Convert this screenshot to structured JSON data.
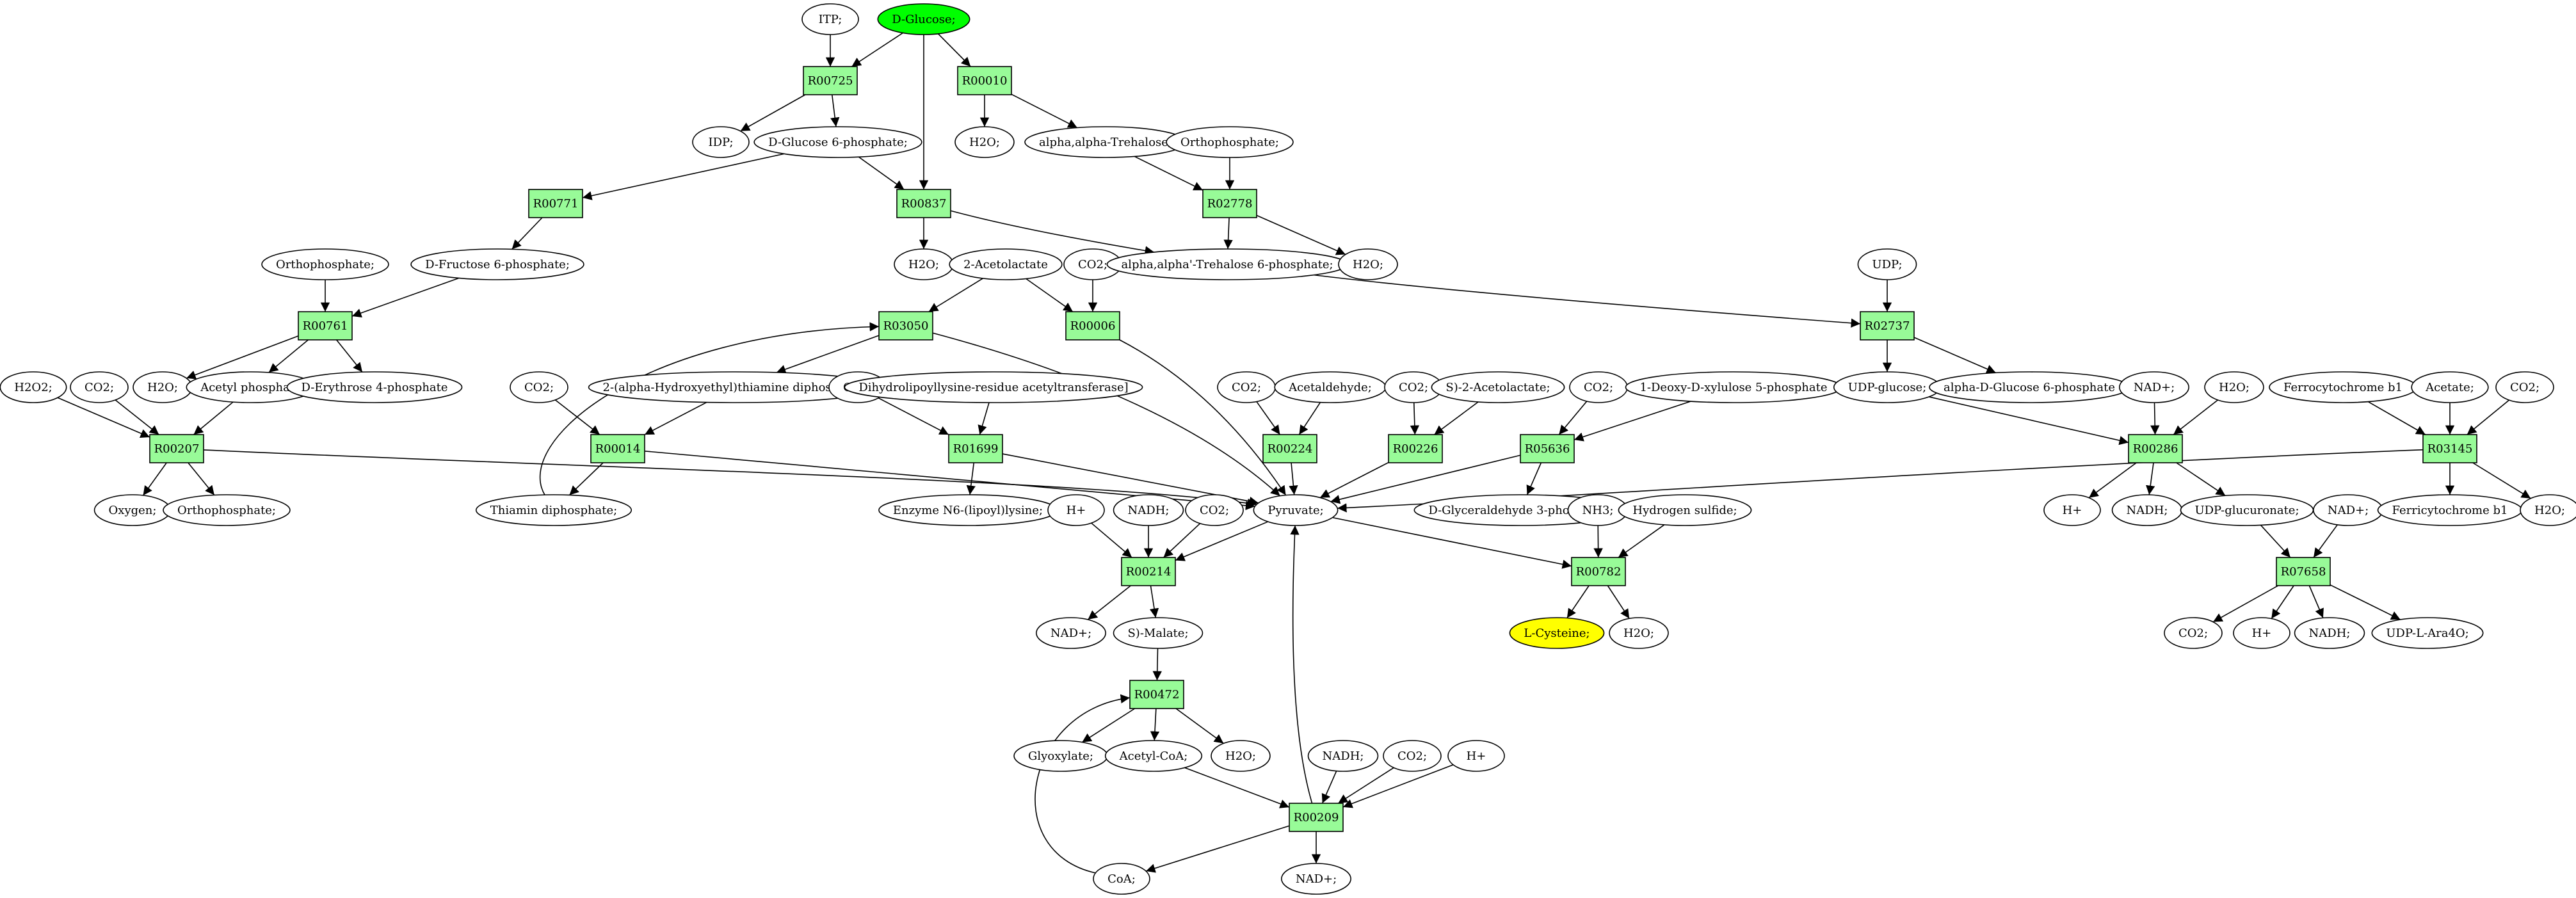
{
  "colors": {
    "reaction": "#98FB98",
    "compound": "#FFFFFF",
    "source": "#00FF00",
    "target": "#FFFF00",
    "line": "#000000"
  },
  "nodes": {
    "itp": {
      "label": "ITP;",
      "kind": "compound"
    },
    "dglucose": {
      "label": "D-Glucose;",
      "kind": "source"
    },
    "r00725": {
      "label": "R00725",
      "kind": "reaction"
    },
    "r00010": {
      "label": "R00010",
      "kind": "reaction"
    },
    "idp": {
      "label": "IDP;",
      "kind": "compound"
    },
    "dg6p": {
      "label": "D-Glucose 6-phosphate;",
      "kind": "compound"
    },
    "h2o_a": {
      "label": "H2O;",
      "kind": "compound"
    },
    "trehalose": {
      "label": "alpha,alpha-Trehalose;",
      "kind": "compound"
    },
    "orthop_a": {
      "label": "Orthophosphate;",
      "kind": "compound"
    },
    "r00771": {
      "label": "R00771",
      "kind": "reaction"
    },
    "r00837": {
      "label": "R00837",
      "kind": "reaction"
    },
    "r02778": {
      "label": "R02778",
      "kind": "reaction"
    },
    "orthop_b": {
      "label": "Orthophosphate;",
      "kind": "compound"
    },
    "df6p": {
      "label": "D-Fructose 6-phosphate;",
      "kind": "compound"
    },
    "h2o_b": {
      "label": "H2O;",
      "kind": "compound"
    },
    "acetolactate": {
      "label": "2-Acetolactate",
      "kind": "compound"
    },
    "co2_a": {
      "label": "CO2;",
      "kind": "compound"
    },
    "treh6p": {
      "label": "alpha,alpha'-Trehalose 6-phosphate;",
      "kind": "compound"
    },
    "h2o_c": {
      "label": "H2O;",
      "kind": "compound"
    },
    "udp": {
      "label": "UDP;",
      "kind": "compound"
    },
    "r00761": {
      "label": "R00761",
      "kind": "reaction"
    },
    "r03050": {
      "label": "R03050",
      "kind": "reaction"
    },
    "r00006": {
      "label": "R00006",
      "kind": "reaction"
    },
    "r02737": {
      "label": "R02737",
      "kind": "reaction"
    },
    "h2o2": {
      "label": "H2O2;",
      "kind": "compound"
    },
    "co2_b": {
      "label": "CO2;",
      "kind": "compound"
    },
    "h2o_d": {
      "label": "H2O;",
      "kind": "compound"
    },
    "acetylp": {
      "label": "Acetyl phosphate",
      "kind": "compound"
    },
    "de4p": {
      "label": "D-Erythrose 4-phosphate",
      "kind": "compound"
    },
    "co2_c": {
      "label": "CO2;",
      "kind": "compound"
    },
    "hethdp": {
      "label": "2-(alpha-Hydroxyethyl)thiamine diphosphate;",
      "kind": "compound"
    },
    "co2_d": {
      "label": "CO2;",
      "kind": "compound"
    },
    "dihydro": {
      "label": "Dihydrolipoyllysine-residue acetyltransferase]",
      "kind": "compound"
    },
    "co2_e": {
      "label": "CO2;",
      "kind": "compound"
    },
    "acetaldehyde": {
      "label": "Acetaldehyde;",
      "kind": "compound"
    },
    "co2_f": {
      "label": "CO2;",
      "kind": "compound"
    },
    "s2acetolactate": {
      "label": "S)-2-Acetolactate;",
      "kind": "compound"
    },
    "co2_g": {
      "label": "CO2;",
      "kind": "compound"
    },
    "dx5p": {
      "label": "1-Deoxy-D-xylulose 5-phosphate",
      "kind": "compound"
    },
    "udpglucose": {
      "label": "UDP-glucose;",
      "kind": "compound"
    },
    "adg6p": {
      "label": "alpha-D-Glucose 6-phosphate",
      "kind": "compound"
    },
    "nadp_a": {
      "label": "NAD+;",
      "kind": "compound"
    },
    "h2o_e": {
      "label": "H2O;",
      "kind": "compound"
    },
    "ferrob1_a": {
      "label": "Ferrocytochrome b1",
      "kind": "compound"
    },
    "acetate": {
      "label": "Acetate;",
      "kind": "compound"
    },
    "co2_h": {
      "label": "CO2;",
      "kind": "compound"
    },
    "r00207": {
      "label": "R00207",
      "kind": "reaction"
    },
    "r00014": {
      "label": "R00014",
      "kind": "reaction"
    },
    "r01699": {
      "label": "R01699",
      "kind": "reaction"
    },
    "r00224": {
      "label": "R00224",
      "kind": "reaction"
    },
    "r00226": {
      "label": "R00226",
      "kind": "reaction"
    },
    "r05636": {
      "label": "R05636",
      "kind": "reaction"
    },
    "r00286": {
      "label": "R00286",
      "kind": "reaction"
    },
    "r03145": {
      "label": "R03145",
      "kind": "reaction"
    },
    "oxygen": {
      "label": "Oxygen;",
      "kind": "compound"
    },
    "orthop_c": {
      "label": "Orthophosphate;",
      "kind": "compound"
    },
    "thdp": {
      "label": "Thiamin diphosphate;",
      "kind": "compound"
    },
    "enzyme": {
      "label": "Enzyme N6-(lipoyl)lysine;",
      "kind": "compound"
    },
    "pyruvate": {
      "label": "Pyruvate;",
      "kind": "compound"
    },
    "dga3p": {
      "label": "D-Glyceraldehyde 3-phosphate;",
      "kind": "compound"
    },
    "nh3": {
      "label": "NH3;",
      "kind": "compound"
    },
    "h2s": {
      "label": "Hydrogen sulfide;",
      "kind": "compound"
    },
    "hp_a": {
      "label": "H+",
      "kind": "compound"
    },
    "nadh_a": {
      "label": "NADH;",
      "kind": "compound"
    },
    "udpglucuronate": {
      "label": "UDP-glucuronate;",
      "kind": "compound"
    },
    "nadp_b": {
      "label": "NAD+;",
      "kind": "compound"
    },
    "ferrib1": {
      "label": "Ferricytochrome b1",
      "kind": "compound"
    },
    "h2o_f": {
      "label": "H2O;",
      "kind": "compound"
    },
    "hp_b": {
      "label": "H+",
      "kind": "compound"
    },
    "nadh_b": {
      "label": "NADH;",
      "kind": "compound"
    },
    "co2_i": {
      "label": "CO2;",
      "kind": "compound"
    },
    "r00214": {
      "label": "R00214",
      "kind": "reaction"
    },
    "r00782": {
      "label": "R00782",
      "kind": "reaction"
    },
    "r07658": {
      "label": "R07658",
      "kind": "reaction"
    },
    "nadp_c": {
      "label": "NAD+;",
      "kind": "compound"
    },
    "smalate": {
      "label": "S)-Malate;",
      "kind": "compound"
    },
    "lcysteine": {
      "label": "L-Cysteine;",
      "kind": "target"
    },
    "h2o_g": {
      "label": "H2O;",
      "kind": "compound"
    },
    "co2_j": {
      "label": "CO2;",
      "kind": "compound"
    },
    "hp_c": {
      "label": "H+",
      "kind": "compound"
    },
    "nadh_c": {
      "label": "NADH;",
      "kind": "compound"
    },
    "udpara": {
      "label": "UDP-L-Ara4O;",
      "kind": "compound"
    },
    "r00472": {
      "label": "R00472",
      "kind": "reaction"
    },
    "glyoxylate": {
      "label": "Glyoxylate;",
      "kind": "compound"
    },
    "acetylcoa": {
      "label": "Acetyl-CoA;",
      "kind": "compound"
    },
    "h2o_h": {
      "label": "H2O;",
      "kind": "compound"
    },
    "nadh_d": {
      "label": "NADH;",
      "kind": "compound"
    },
    "co2_k": {
      "label": "CO2;",
      "kind": "compound"
    },
    "hp_d": {
      "label": "H+",
      "kind": "compound"
    },
    "r00209": {
      "label": "R00209",
      "kind": "reaction"
    },
    "coa": {
      "label": "CoA;",
      "kind": "compound"
    },
    "nadp_d": {
      "label": "NAD+;",
      "kind": "compound"
    }
  },
  "edges": [
    [
      "itp",
      "r00725"
    ],
    [
      "dglucose",
      "r00725"
    ],
    [
      "dglucose",
      "r00010"
    ],
    [
      "dglucose",
      "r00837"
    ],
    [
      "r00725",
      "idp"
    ],
    [
      "r00725",
      "dg6p"
    ],
    [
      "r00010",
      "h2o_a"
    ],
    [
      "r00010",
      "trehalose"
    ],
    [
      "dg6p",
      "r00771"
    ],
    [
      "dg6p",
      "r00837"
    ],
    [
      "trehalose",
      "r02778"
    ],
    [
      "orthop_a",
      "r02778"
    ],
    [
      "r00771",
      "df6p"
    ],
    [
      "r00837",
      "h2o_b"
    ],
    [
      "r00837",
      "treh6p"
    ],
    [
      "r02778",
      "treh6p"
    ],
    [
      "r02778",
      "h2o_c"
    ],
    [
      "orthop_b",
      "r00761"
    ],
    [
      "df6p",
      "r00761"
    ],
    [
      "acetolactate",
      "r03050"
    ],
    [
      "acetolactate",
      "r00006"
    ],
    [
      "co2_a",
      "r00006"
    ],
    [
      "treh6p",
      "r02737"
    ],
    [
      "udp",
      "r02737"
    ],
    [
      "r00761",
      "h2o_d"
    ],
    [
      "r00761",
      "acetylp"
    ],
    [
      "r00761",
      "de4p"
    ],
    [
      "r03050",
      "hethdp"
    ],
    [
      "r03050",
      "pyruvate"
    ],
    [
      "r00006",
      "pyruvate"
    ],
    [
      "r02737",
      "udpglucose"
    ],
    [
      "r02737",
      "adg6p"
    ],
    [
      "h2o2",
      "r00207"
    ],
    [
      "co2_b",
      "r00207"
    ],
    [
      "acetylp",
      "r00207"
    ],
    [
      "co2_c",
      "r00014"
    ],
    [
      "hethdp",
      "r00014"
    ],
    [
      "co2_d",
      "r01699"
    ],
    [
      "dihydro",
      "r01699"
    ],
    [
      "co2_e",
      "r00224"
    ],
    [
      "acetaldehyde",
      "r00224"
    ],
    [
      "co2_f",
      "r00226"
    ],
    [
      "s2acetolactate",
      "r00226"
    ],
    [
      "co2_g",
      "r05636"
    ],
    [
      "dx5p",
      "r05636"
    ],
    [
      "udpglucose",
      "r00286"
    ],
    [
      "nadp_a",
      "r00286"
    ],
    [
      "h2o_e",
      "r00286"
    ],
    [
      "ferrob1_a",
      "r03145"
    ],
    [
      "acetate",
      "r03145"
    ],
    [
      "co2_h",
      "r03145"
    ],
    [
      "r00207",
      "oxygen"
    ],
    [
      "r00207",
      "orthop_c"
    ],
    [
      "r00207",
      "pyruvate"
    ],
    [
      "r00014",
      "thdp"
    ],
    [
      "r00014",
      "pyruvate"
    ],
    [
      "thdp",
      "r03050"
    ],
    [
      "r01699",
      "enzyme"
    ],
    [
      "r01699",
      "pyruvate"
    ],
    [
      "r00224",
      "pyruvate"
    ],
    [
      "r00226",
      "pyruvate"
    ],
    [
      "r05636",
      "pyruvate"
    ],
    [
      "r05636",
      "dga3p"
    ],
    [
      "r00286",
      "hp_a"
    ],
    [
      "r00286",
      "nadh_a"
    ],
    [
      "r00286",
      "udpglucuronate"
    ],
    [
      "r03145",
      "pyruvate"
    ],
    [
      "r03145",
      "ferrib1"
    ],
    [
      "r03145",
      "h2o_f"
    ],
    [
      "hp_b",
      "r00214"
    ],
    [
      "nadh_b",
      "r00214"
    ],
    [
      "co2_i",
      "r00214"
    ],
    [
      "pyruvate",
      "r00214"
    ],
    [
      "pyruvate",
      "r00782"
    ],
    [
      "nh3",
      "r00782"
    ],
    [
      "h2s",
      "r00782"
    ],
    [
      "udpglucuronate",
      "r07658"
    ],
    [
      "nadp_b",
      "r07658"
    ],
    [
      "r00214",
      "nadp_c"
    ],
    [
      "r00214",
      "smalate"
    ],
    [
      "r00782",
      "lcysteine"
    ],
    [
      "r00782",
      "h2o_g"
    ],
    [
      "r07658",
      "co2_j"
    ],
    [
      "r07658",
      "hp_c"
    ],
    [
      "r07658",
      "nadh_c"
    ],
    [
      "r07658",
      "udpara"
    ],
    [
      "smalate",
      "r00472"
    ],
    [
      "r00472",
      "glyoxylate"
    ],
    [
      "r00472",
      "acetylcoa"
    ],
    [
      "r00472",
      "h2o_h"
    ],
    [
      "acetylcoa",
      "r00209"
    ],
    [
      "nadh_d",
      "r00209"
    ],
    [
      "co2_k",
      "r00209"
    ],
    [
      "hp_d",
      "r00209"
    ],
    [
      "r00209",
      "pyruvate"
    ],
    [
      "r00209",
      "coa"
    ],
    [
      "r00209",
      "nadp_d"
    ],
    [
      "coa",
      "r00472"
    ]
  ]
}
